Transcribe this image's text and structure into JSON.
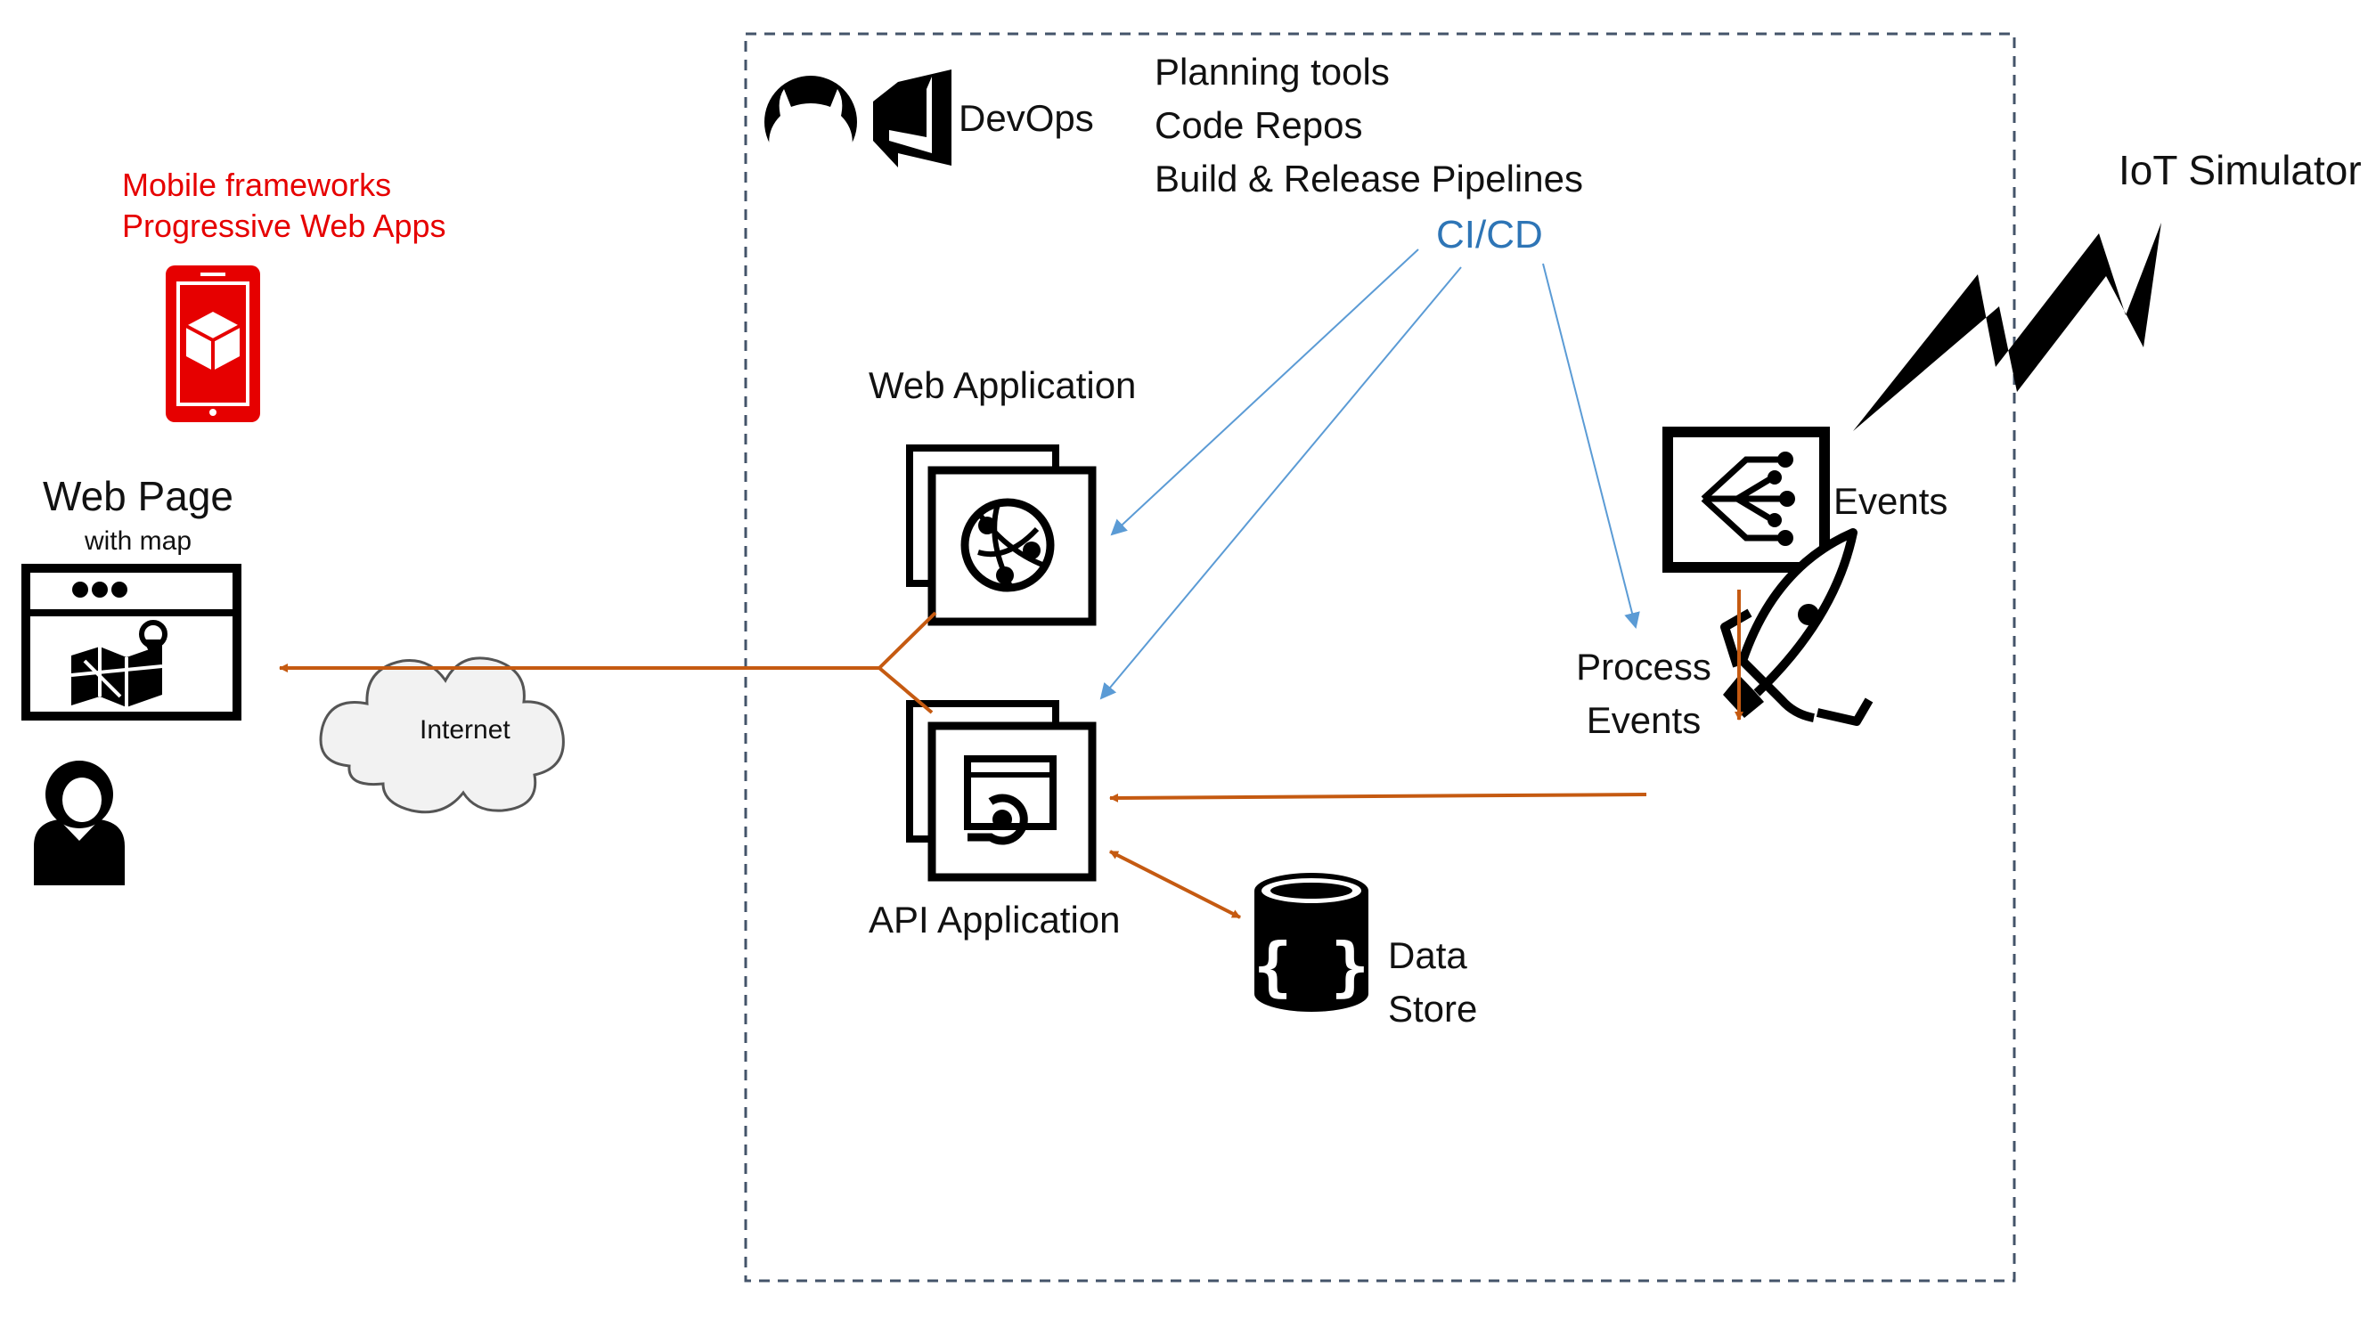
{
  "devops": {
    "title": "DevOps",
    "features": [
      "Planning tools",
      "Code Repos",
      "Build & Release Pipelines"
    ],
    "cicd": "CI/CD"
  },
  "mobile": {
    "lines": [
      "Mobile frameworks",
      "Progressive Web Apps"
    ]
  },
  "web_page": {
    "title": "Web Page",
    "subtitle": "with map"
  },
  "internet": "Internet",
  "web_app": "Web Application",
  "api_app": "API Application",
  "data_store": [
    "Data",
    "Store"
  ],
  "events": "Events",
  "process_events": [
    "Process",
    "Events"
  ],
  "iot_simulator": "IoT Simulator",
  "colors": {
    "flow": "#c55a11",
    "cicd": "#5b9bd5",
    "boundary": "#44546a",
    "mobile": "#e60000",
    "ink": "#000000"
  },
  "icons": [
    "github-icon",
    "azure-devops-icon",
    "mobile-app-icon",
    "browser-map-icon",
    "user-icon",
    "cloud-icon",
    "web-app-icon",
    "api-app-icon",
    "database-icon",
    "event-hub-icon",
    "rocket-icon",
    "lightning-icon"
  ]
}
